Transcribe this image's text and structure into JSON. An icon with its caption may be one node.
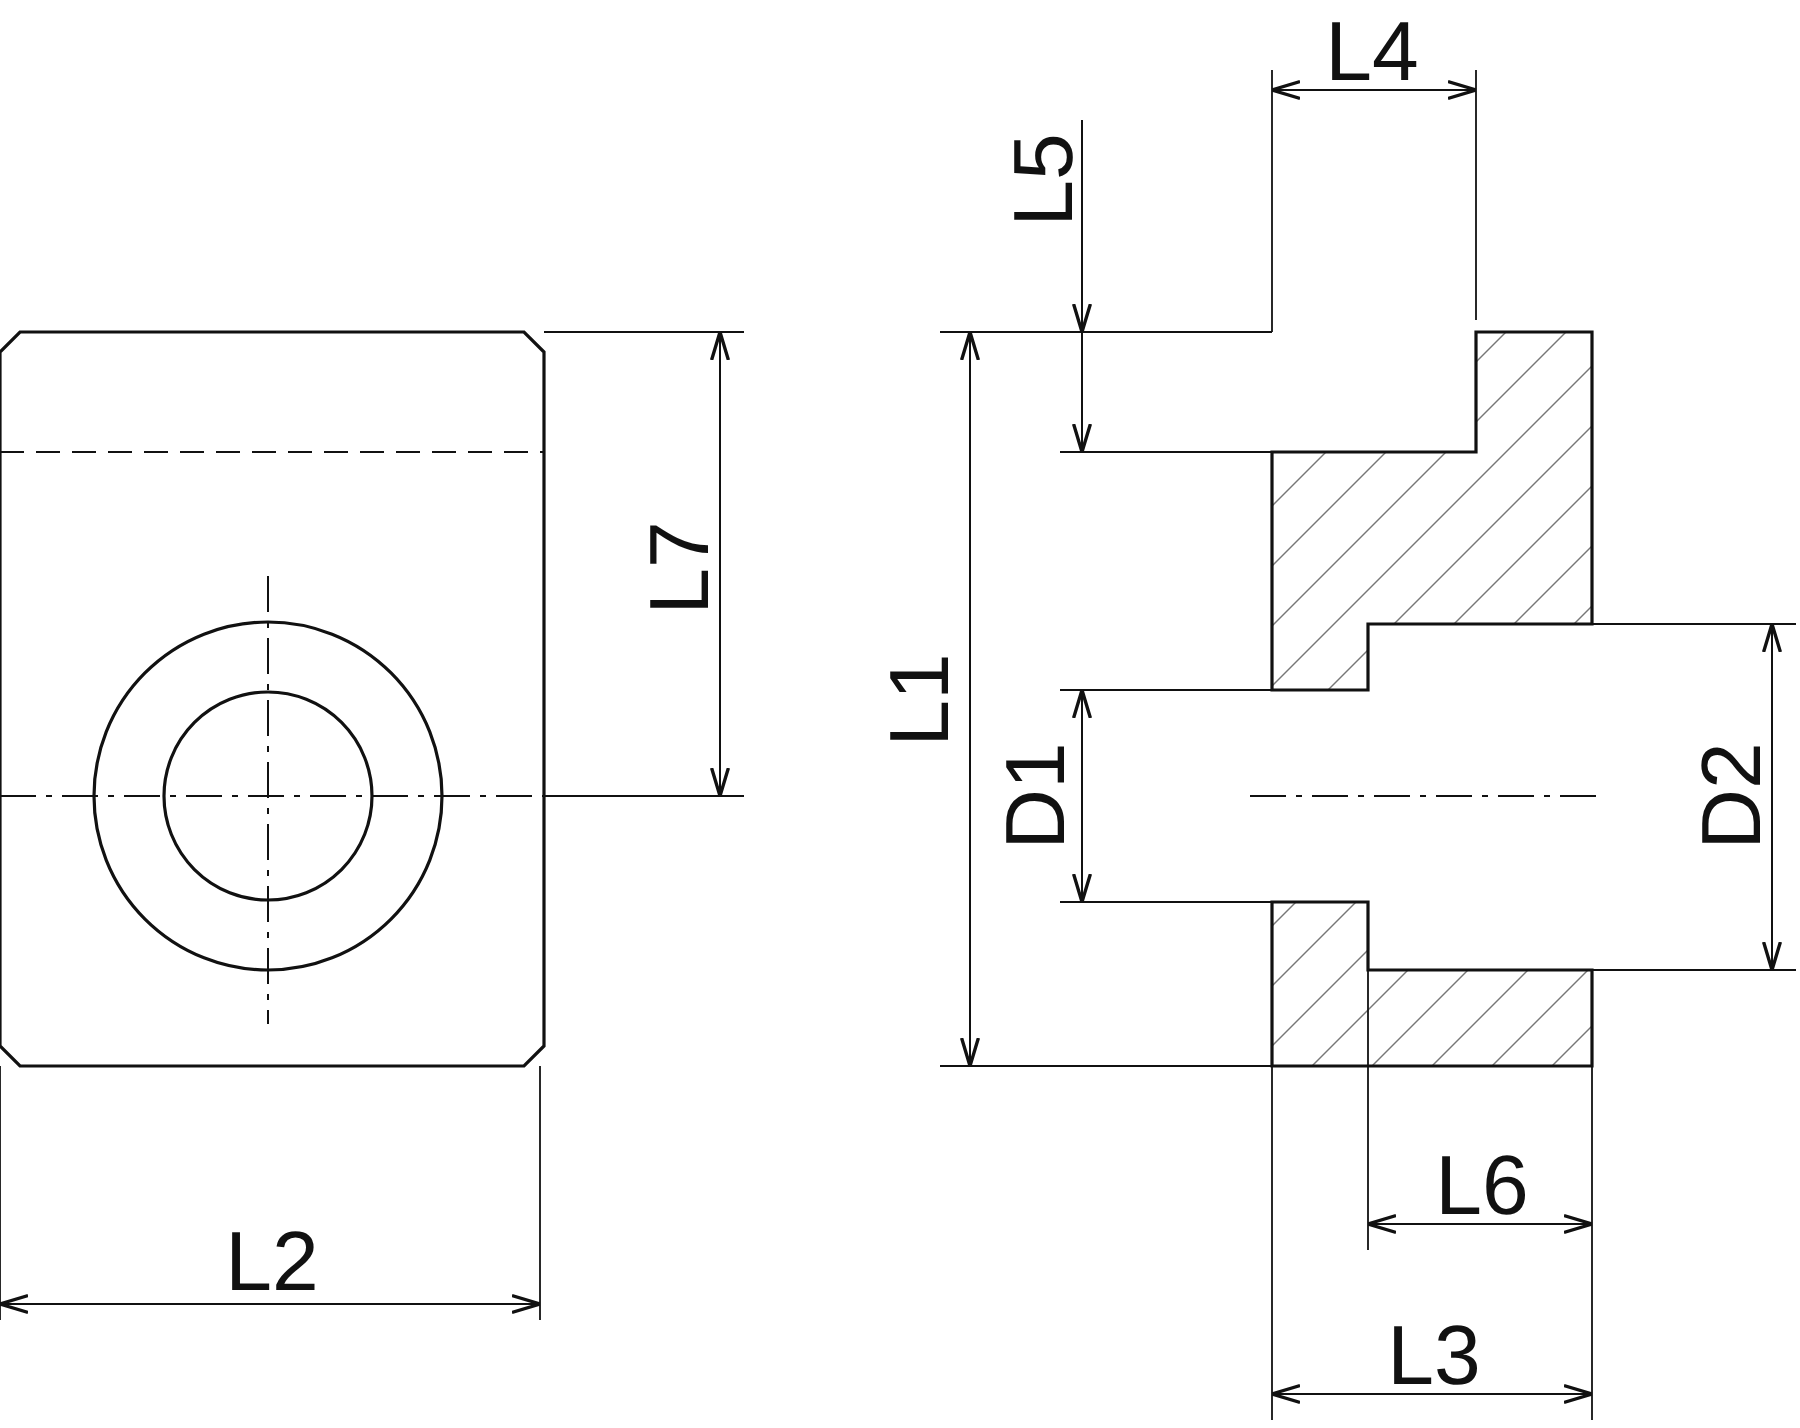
{
  "diagram": {
    "labels": [
      "L4",
      "L5",
      "L7",
      "L1",
      "D1",
      "D2",
      "L2",
      "L6",
      "L3"
    ]
  }
}
